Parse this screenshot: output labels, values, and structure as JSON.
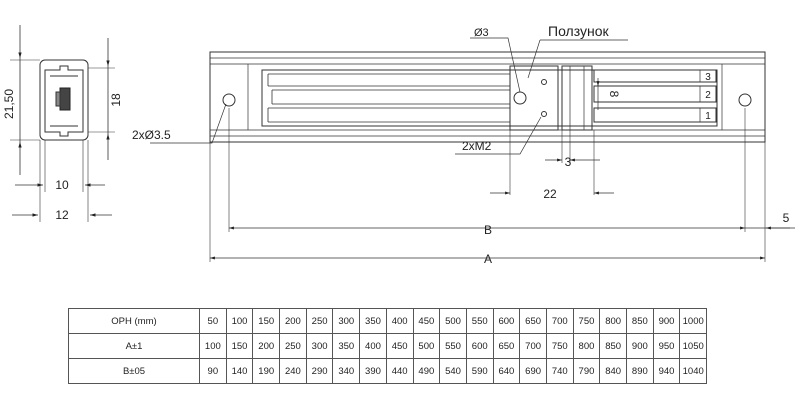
{
  "drawing": {
    "cross_section": {
      "height_outer": "21,50",
      "height_inner": "18",
      "width_inner": "10",
      "width_outer": "12"
    },
    "hole_diameter": "Ø3",
    "slider_label": "Ползунок",
    "mount_holes": "2xØ3.5",
    "threads": "2xM2",
    "dim_8": "8",
    "dim_3": "3",
    "dim_22": "22",
    "dim_5": "5",
    "dim_b": "B",
    "dim_a": "A",
    "track_numbers": [
      "3",
      "2",
      "1"
    ]
  },
  "table": {
    "rows": [
      {
        "label": "OPH (mm)",
        "values": [
          "50",
          "100",
          "150",
          "200",
          "250",
          "300",
          "350",
          "400",
          "450",
          "500",
          "550",
          "600",
          "650",
          "700",
          "750",
          "800",
          "850",
          "900",
          "1000"
        ]
      },
      {
        "label": "A±1",
        "values": [
          "100",
          "150",
          "200",
          "250",
          "300",
          "350",
          "400",
          "450",
          "500",
          "550",
          "600",
          "650",
          "700",
          "750",
          "800",
          "850",
          "900",
          "950",
          "1050"
        ]
      },
      {
        "label": "B±05",
        "values": [
          "90",
          "140",
          "190",
          "240",
          "290",
          "340",
          "390",
          "440",
          "490",
          "540",
          "590",
          "640",
          "690",
          "740",
          "790",
          "840",
          "890",
          "940",
          "1040"
        ]
      }
    ]
  }
}
